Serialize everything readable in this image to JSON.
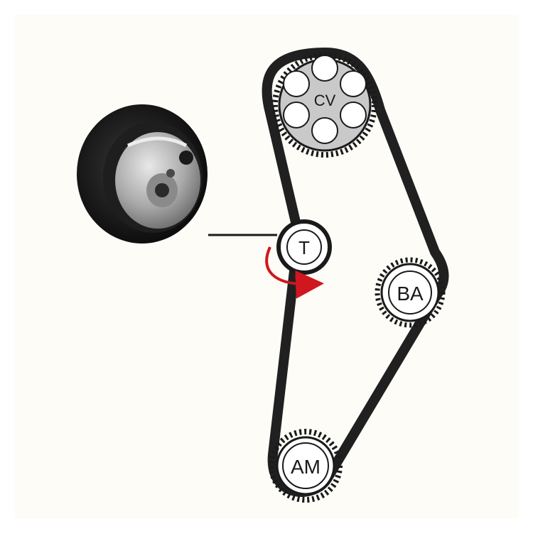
{
  "pulleys": {
    "cv": {
      "label": "CV"
    },
    "t": {
      "label": "T"
    },
    "ba": {
      "label": "BA"
    },
    "am": {
      "label": "AM"
    }
  },
  "colors": {
    "belt": "#202020",
    "cam_fill": "#c9c9c9",
    "arrow": "#d0161e",
    "outline": "#1a1a1a",
    "background": "#fdfcf7"
  },
  "icons": {
    "tensioner_photo": "tensioner-pulley-photo",
    "rotation_arrow": "curved-arrow-icon"
  }
}
